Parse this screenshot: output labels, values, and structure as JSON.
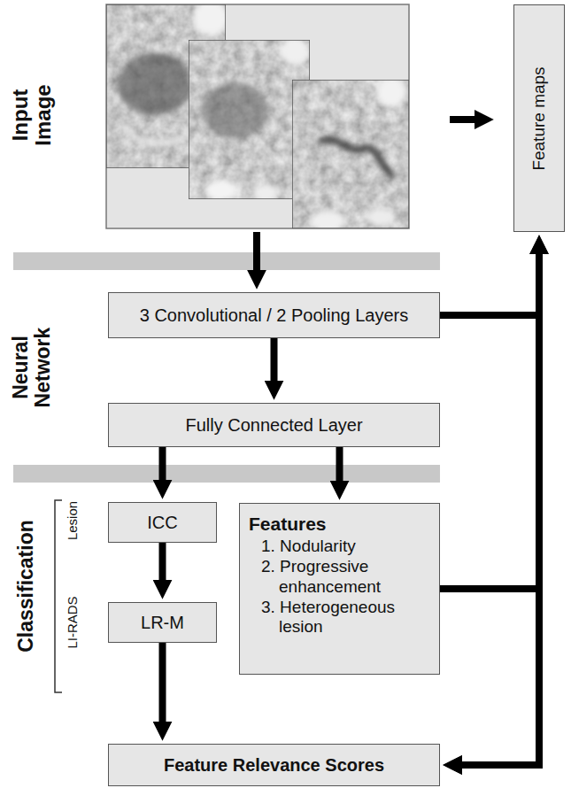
{
  "diagram": {
    "nodes": [
      {
        "text": [
          "Feature maps"
        ]
      },
      {
        "text": [
          "3 Convolutional / 2 Pooling Layers"
        ]
      },
      {
        "text": [
          "Fully Connected Layer"
        ]
      },
      {
        "text": [
          "ICC"
        ]
      },
      {
        "text": [
          "LR-M"
        ]
      },
      {
        "text": [
          "Features",
          "1. Nodularity",
          "2. Progressive enhancement",
          "3. Heterogeneous lesion"
        ]
      },
      {
        "text": [
          "Feature Relevance Scores"
        ]
      }
    ],
    "edges": [
      {
        "from": 1,
        "to": 2,
        "arrow": "to"
      },
      {
        "from": 2,
        "to": 3,
        "arrow": "to"
      },
      {
        "from": 2,
        "to": 5,
        "arrow": "to"
      },
      {
        "from": 3,
        "to": 4,
        "arrow": "to"
      },
      {
        "from": 4,
        "to": 6,
        "arrow": "to"
      },
      {
        "from": 1,
        "to": 0,
        "arrow": "to"
      },
      {
        "from": 1,
        "to": 6,
        "arrow": "to"
      },
      {
        "from": 5,
        "to": 0,
        "arrow": "to"
      },
      {
        "from": 5,
        "to": 6,
        "arrow": "to"
      }
    ],
    "labels": [
      "Input Image",
      "Neural Network",
      "Classification",
      "Lesion",
      "LI-RADS"
    ]
  }
}
